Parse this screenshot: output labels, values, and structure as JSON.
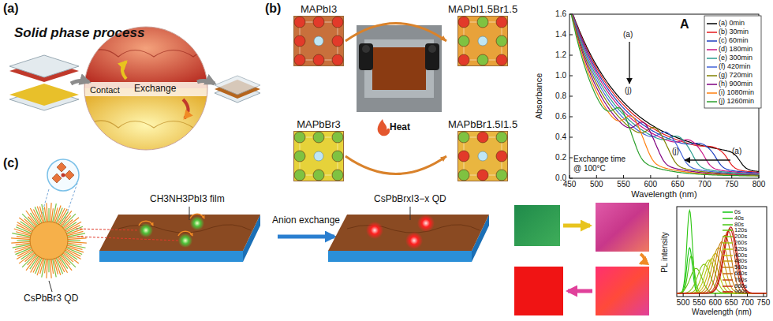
{
  "diagram": {
    "nodes": [
      {
        "text": [
          "MAPbI3"
        ]
      },
      {
        "text": [
          "MAPbI1.5Br1.5"
        ]
      },
      {
        "text": [
          "MAPbBr3"
        ]
      },
      {
        "text": [
          "MAPbBr1.5I1.5"
        ]
      }
    ],
    "edges": [
      {
        "from": 0,
        "to": 1,
        "arrow": "to"
      },
      {
        "from": 2,
        "to": 3,
        "arrow": "to"
      }
    ],
    "labels": [
      "(a)",
      "Solid phase process",
      "Contact",
      "Exchange",
      "(b)",
      "Heat",
      "A",
      "Absorbance",
      "Wavelength (nm)",
      "(a)",
      "(j)",
      "Exchange time",
      "@ 100°C",
      "(a)",
      "(j)",
      "0.0",
      "0.2",
      "0.4",
      "0.6",
      "0.8",
      "1.0",
      "1.2",
      "1.4",
      "1.6",
      "450",
      "500",
      "550",
      "600",
      "650",
      "700",
      "750",
      "800",
      "(c)",
      "CH3NH3PbI3 film",
      "Anion exchange",
      "CsPbBrxI3−x QD",
      "CsPbBr3 QD",
      "PL intensity",
      "Wavelength (nm)",
      "500",
      "550",
      "600",
      "650",
      "700",
      "750"
    ],
    "legend": [
      {
        "text": "(a) 0min"
      },
      {
        "text": "(b) 30min"
      },
      {
        "text": "(c) 60min"
      },
      {
        "text": "(d) 180min"
      },
      {
        "text": "(e) 300min"
      },
      {
        "text": "(f) 420min"
      },
      {
        "text": "(g) 720min"
      },
      {
        "text": "(h) 900min"
      },
      {
        "text": "(i) 1080min"
      },
      {
        "text": "(j) 1260min"
      },
      {
        "text": "0s"
      },
      {
        "text": "40s"
      },
      {
        "text": "80s"
      },
      {
        "text": "120s"
      },
      {
        "text": "200s"
      },
      {
        "text": "260s"
      },
      {
        "text": "320s"
      },
      {
        "text": "400s"
      },
      {
        "text": "480s"
      },
      {
        "text": "560s"
      },
      {
        "text": "660s"
      },
      {
        "text": "760s"
      },
      {
        "text": "860s"
      },
      {
        "text": "960s"
      }
    ]
  }
}
